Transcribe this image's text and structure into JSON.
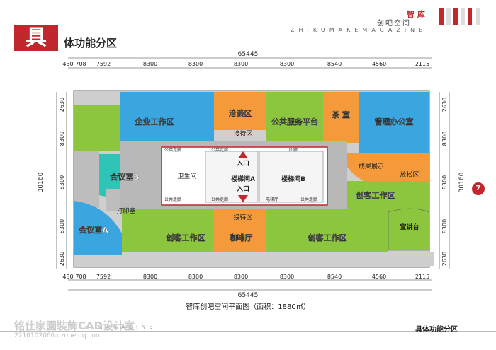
{
  "header": {
    "mark": "具",
    "title": "体功能分区",
    "brand_top": "智 库",
    "brand_sub": "创吧空间",
    "brand_en": "ZHIKUMAKEMAGAZINE"
  },
  "plan": {
    "overall_width": "65445",
    "overall_height": "30160",
    "top_segments": [
      "430",
      "708",
      "7592",
      "8300",
      "8300",
      "8300",
      "8300",
      "8540",
      "4560",
      "2115"
    ],
    "left_segments": [
      "2630",
      "8300",
      "8300",
      "8300",
      "2630"
    ],
    "rooms": {
      "enterprise": "企业工作区",
      "negotiation": "洽谈区",
      "public_service": "公共服务平台",
      "tea": "茶 室",
      "management": "管理办公室",
      "meeting_b": "会议室B",
      "meeting_a": "会议室A",
      "print": "打印室",
      "restroom": "卫生间",
      "stair_a": "楼梯间A",
      "stair_b": "楼梯间B",
      "entry_top": "入口",
      "entry_bottom": "入口",
      "reception_top": "接待区",
      "reception_bottom": "接待区",
      "results": "成果展示",
      "relax": "放松区",
      "creative_right": "创客工作区",
      "lecture": "宣讲台",
      "creative_left": "创客工作区",
      "cafe": "咖啡厅",
      "creative_center": "创客工作区"
    },
    "small_labels": {
      "corridor_1": "公共走廊",
      "corridor_2": "公共走廊",
      "corridor_3": "公共走廊",
      "corridor_4": "公共走廊",
      "corridor_5": "公共走廊",
      "corridor_6": "回廊",
      "elevator_hall": "电梯厅"
    }
  },
  "caption": "智库创吧空间平面图（面积：1880㎡）",
  "footer": {
    "label": "具体功能分区",
    "magazine": "E MAGAZINE",
    "watermark_1": "铭仕家園裝飾CAD设计室",
    "watermark_2": "2210102066.qzone.qq.com"
  },
  "page_number": "7",
  "colors": {
    "accent_red": "#c1272d",
    "blue": "#3aa5de",
    "orange": "#f49a3a",
    "green": "#8cc63f",
    "teal": "#2ec4b6",
    "gray": "#b8b8b8"
  }
}
